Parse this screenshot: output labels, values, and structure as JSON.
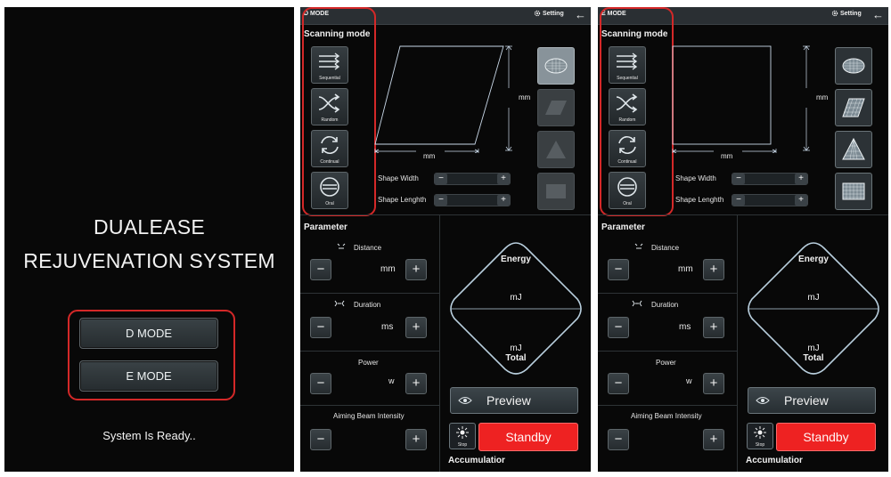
{
  "welcome": {
    "title_line1": "DUALEASE",
    "title_line2": "REJUVENATION SYSTEM",
    "d_mode_button": "D MODE",
    "e_mode_button": "E MODE",
    "status": "System Is Ready.."
  },
  "d_mode": {
    "mode_label": "D MODE",
    "setting_label": "Setting",
    "scanning_title": "Scanning mode",
    "scan_buttons": [
      "Sequential",
      "Random",
      "Continual",
      "Oral"
    ],
    "unit_vertical": "mm",
    "unit_horizontal": "mm",
    "shape_width_label": "Shape Width",
    "shape_length_label": "Shape Lenghth",
    "parameter_title": "Parameter",
    "distance_label": "Distance",
    "distance_unit": "mm",
    "duration_label": "Duration",
    "duration_unit": "ms",
    "power_label": "Power",
    "power_unit": "w",
    "aiming_label": "Aiming Beam Intensity",
    "energy_label": "Energy",
    "energy_unit": "mJ",
    "total_unit": "mJ",
    "total_label": "Total",
    "preview_label": "Preview",
    "stop_label": "Stop",
    "standby_label": "Standby",
    "accumulation_label": "Accumulatior",
    "shape_buttons_state": [
      "selected",
      "disabled",
      "disabled",
      "disabled"
    ]
  },
  "e_mode": {
    "mode_label": "E MODE",
    "setting_label": "Setting",
    "scanning_title": "Scanning mode",
    "scan_buttons": [
      "Sequential",
      "Random",
      "Continual",
      "Oral"
    ],
    "unit_vertical": "mm",
    "unit_horizontal": "mm",
    "shape_width_label": "Shape Width",
    "shape_length_label": "Shape Lenghth",
    "parameter_title": "Parameter",
    "distance_label": "Distance",
    "distance_unit": "mm",
    "duration_label": "Duration",
    "duration_unit": "ms",
    "power_label": "Power",
    "power_unit": "w",
    "aiming_label": "Aiming Beam Intensity",
    "energy_label": "Energy",
    "energy_unit": "mJ",
    "total_unit": "mJ",
    "total_label": "Total",
    "preview_label": "Preview",
    "stop_label": "Stop",
    "standby_label": "Standby",
    "accumulation_label": "Accumulatior",
    "shape_buttons_state": [
      "enabled",
      "enabled",
      "enabled",
      "enabled"
    ]
  },
  "colors": {
    "highlight_box": "#d42828",
    "standby": "#ee2222",
    "panel_bg": "#080808"
  }
}
